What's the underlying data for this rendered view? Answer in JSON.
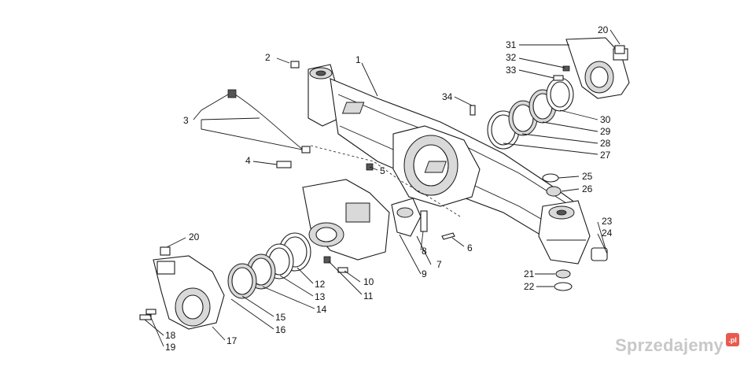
{
  "labels": {
    "l1": "1",
    "l2": "2",
    "l3": "3",
    "l4": "4",
    "l5": "5",
    "l6": "6",
    "l7": "7",
    "l8": "8",
    "l9": "9",
    "l10": "10",
    "l11": "11",
    "l12": "12",
    "l13": "13",
    "l14": "14",
    "l15": "15",
    "l16": "16",
    "l17": "17",
    "l18": "18",
    "l19": "19",
    "l20a": "20",
    "l20b": "20",
    "l21": "21",
    "l22": "22",
    "l23": "23",
    "l24": "24",
    "l25": "25",
    "l26": "26",
    "l27": "27",
    "l28": "28",
    "l29": "29",
    "l30": "30",
    "l31": "31",
    "l32": "32",
    "l33": "33",
    "l34": "34"
  },
  "watermark": {
    "text": "Sprzedajemy",
    "badge": ".pl"
  },
  "colors": {
    "line": "#1a1a1a",
    "shade": "#d9d9d9",
    "watermark": "#c8c8c8",
    "badge": "#e85a4f"
  }
}
